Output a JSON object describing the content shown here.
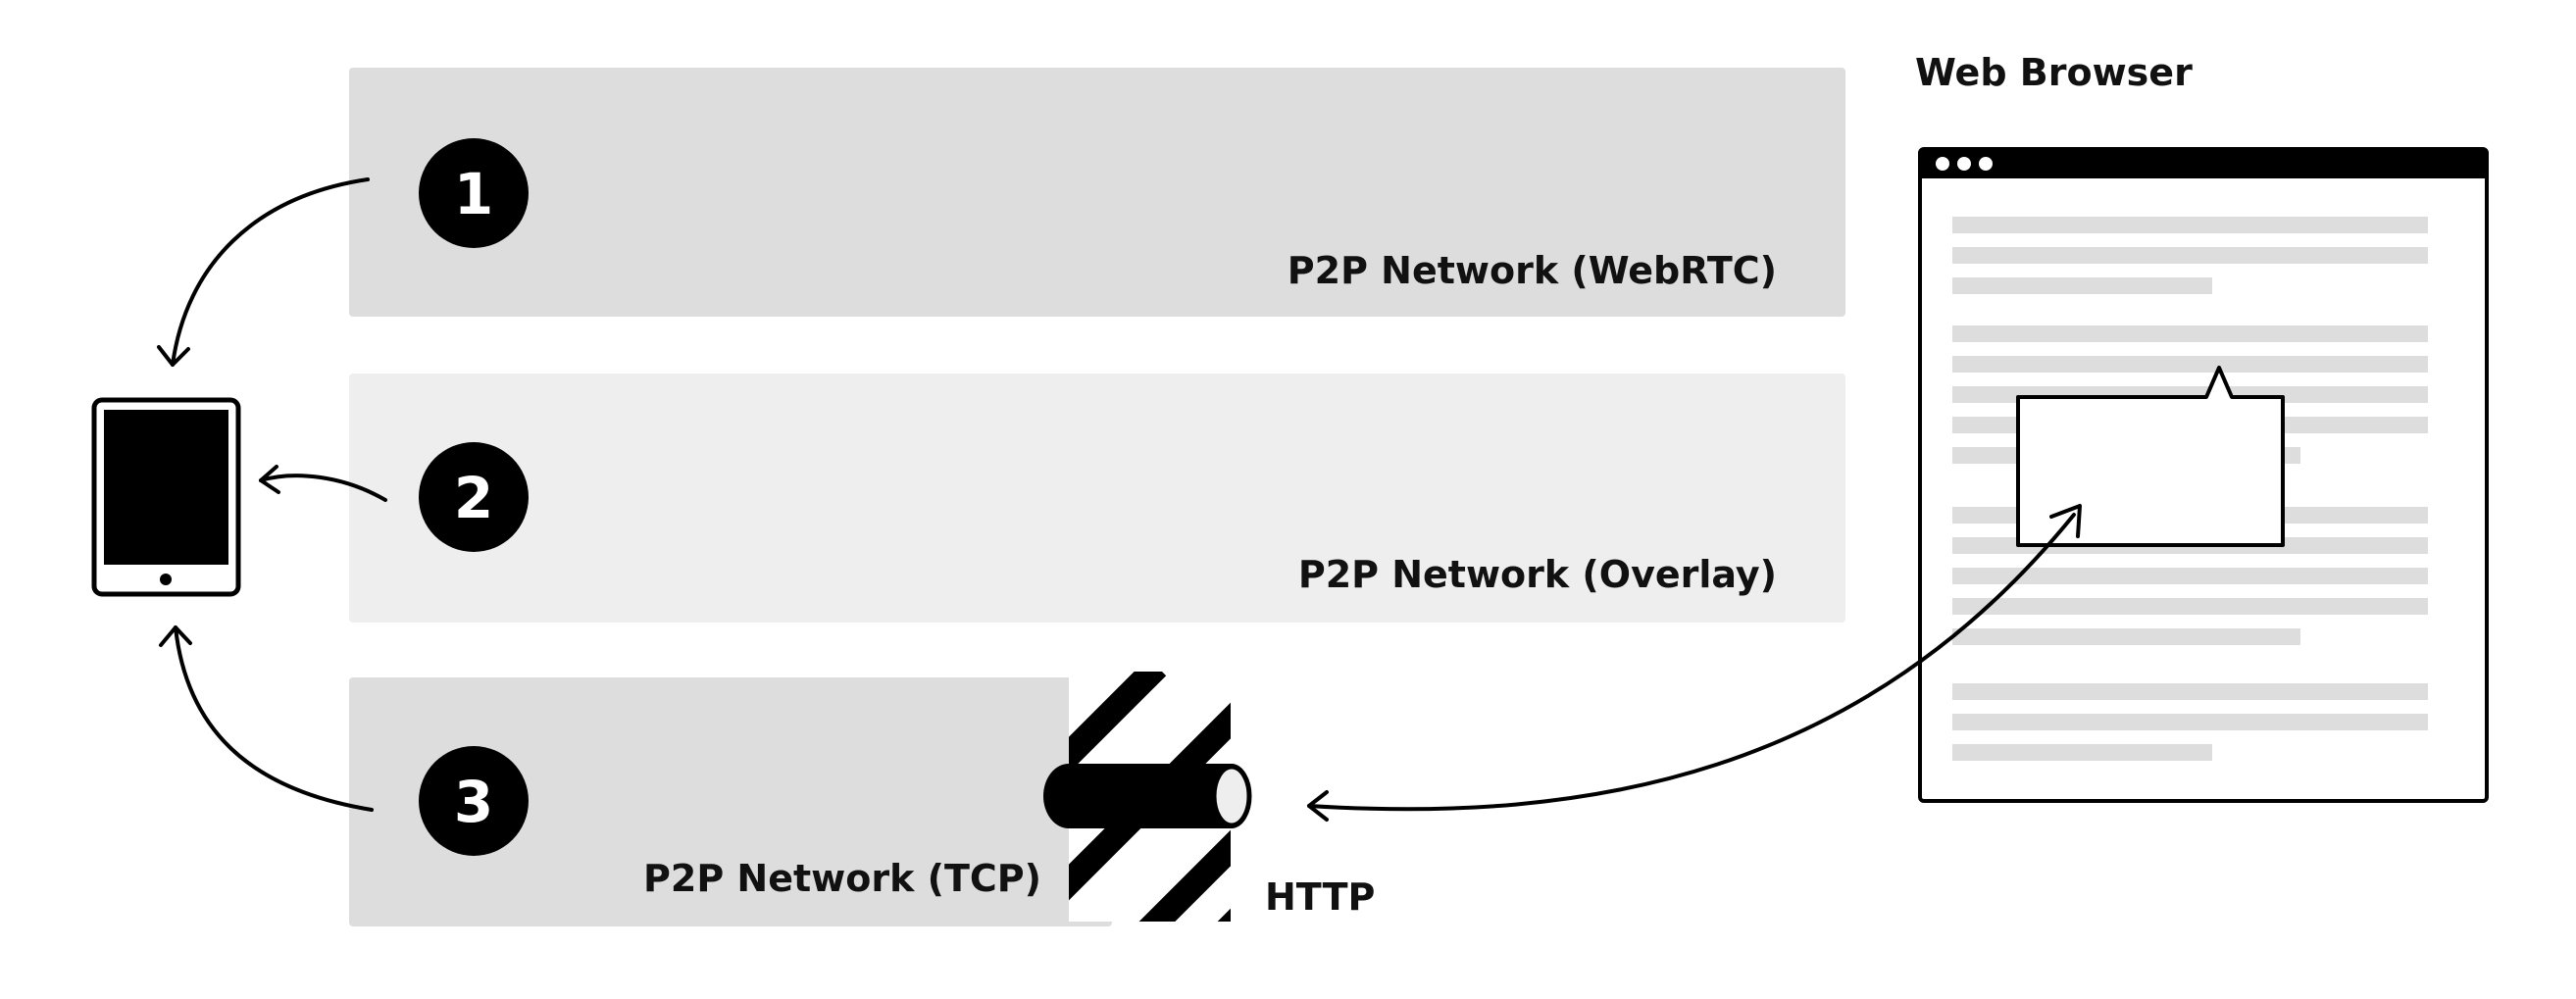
{
  "networks": [
    {
      "number": "1",
      "label": "P2P Network (WebRTC)"
    },
    {
      "number": "2",
      "label": "P2P Network (Overlay)"
    },
    {
      "number": "3",
      "label": "P2P Network (TCP)"
    }
  ],
  "http_label": "HTTP",
  "browser_title": "Web Browser",
  "colors": {
    "panel_dark": "#dddddd",
    "panel_light": "#eeeeee",
    "ink": "#000000",
    "line_placeholder": "#dddddd"
  },
  "icons": [
    "tablet-icon",
    "browser-window-icon",
    "pipe-icon",
    "hazard-stripes-icon",
    "speech-bubble-icon"
  ]
}
